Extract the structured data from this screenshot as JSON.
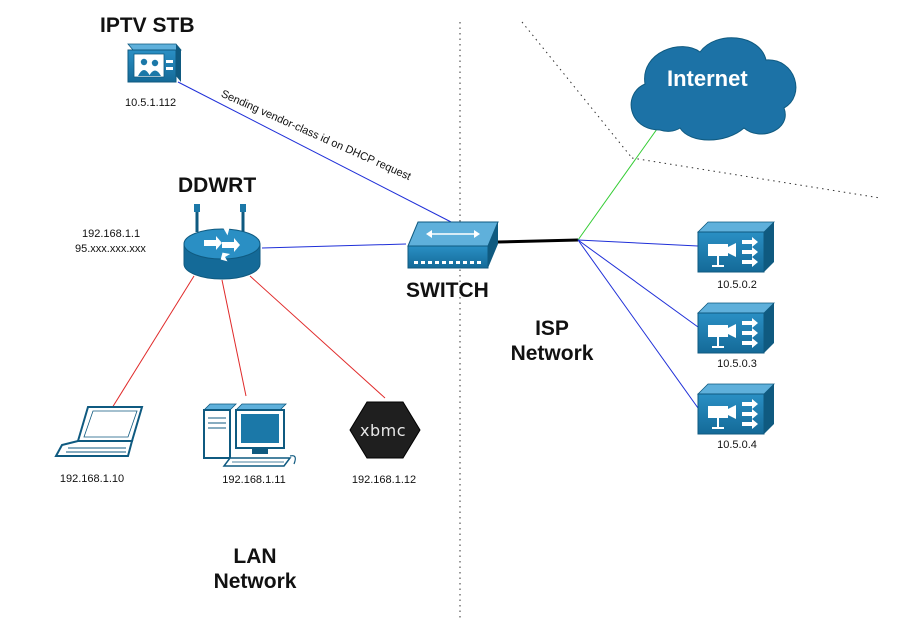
{
  "colors": {
    "device": "#1b78a8",
    "device_dark": "#0f5a80",
    "cloud": "#1c72a6",
    "wan_link": "#1f2fd8",
    "lan_link": "#e02a2a",
    "internet_link": "#33cc33",
    "trunk": "#000000",
    "divider": "#333333"
  },
  "nodes": {
    "iptv": {
      "title": "IPTV STB",
      "ip": "10.5.1.112",
      "icon": "tv-stb-icon"
    },
    "ddwrt": {
      "title": "DDWRT",
      "ip_lan": "192.168.1.1",
      "ip_wan": "95.xxx.xxx.xxx",
      "icon": "router-icon"
    },
    "switch": {
      "title": "SWITCH",
      "icon": "switch-icon"
    },
    "internet": {
      "title": "Internet",
      "icon": "cloud-icon"
    },
    "laptop": {
      "ip": "192.168.1.10",
      "icon": "laptop-icon"
    },
    "desktop": {
      "ip": "192.168.1.11",
      "icon": "desktop-computer-icon"
    },
    "xbmc": {
      "ip": "192.168.1.12",
      "logo": "xbmc",
      "icon": "xbmc-media-center-icon"
    },
    "cam1": {
      "ip": "10.5.0.2",
      "icon": "video-server-icon"
    },
    "cam2": {
      "ip": "10.5.0.3",
      "icon": "video-server-icon"
    },
    "cam3": {
      "ip": "10.5.0.4",
      "icon": "video-server-icon"
    }
  },
  "edges": {
    "iptv_switch": {
      "label": "Sending vendor-class id on DHCP request"
    }
  },
  "zones": {
    "lan": {
      "line1": "LAN",
      "line2": "Network"
    },
    "isp": {
      "line1": "ISP",
      "line2": "Network"
    }
  }
}
